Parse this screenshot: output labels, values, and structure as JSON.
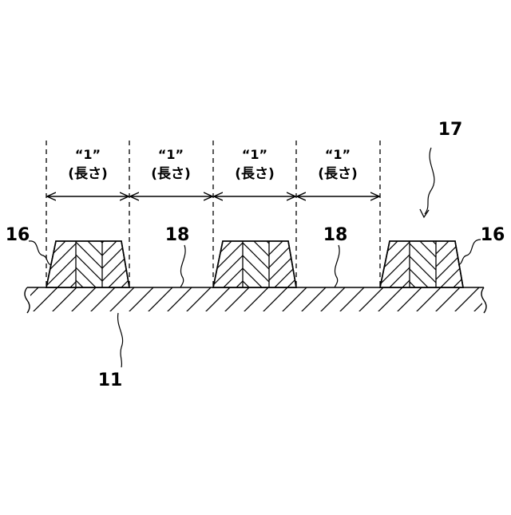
{
  "figure": {
    "dimension_labels": [
      {
        "quote": "“1”",
        "length": "(長さ)"
      },
      {
        "quote": "“1”",
        "length": "(長さ)"
      },
      {
        "quote": "“1”",
        "length": "(長さ)"
      },
      {
        "quote": "“1”",
        "length": "(長さ)"
      }
    ],
    "reference_numerals": {
      "substrate": "11",
      "pattern_left": "16",
      "pattern_right": "16",
      "assembly": "17",
      "gap_left": "18",
      "gap_right": "18"
    }
  }
}
